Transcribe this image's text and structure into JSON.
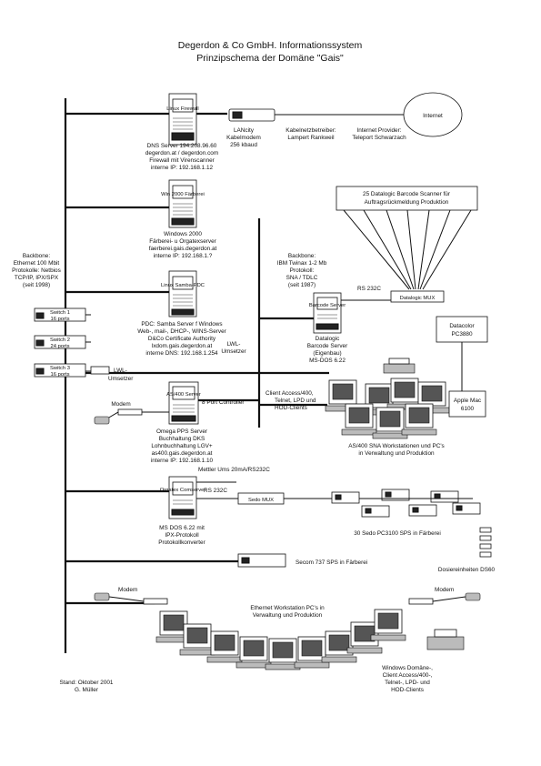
{
  "title": {
    "line1": "Degerdon & Co GmbH.  Informationssystem",
    "line2": "Prinzipschema der Domäne \"Gais\""
  },
  "backbone_left": [
    "Backbone:",
    "Ethernet 100 Mbit",
    "Protokolle: Netbios",
    "TCP/IP, IPX/SPX",
    "(seit 1998)"
  ],
  "backbone_mid": [
    "Backbone:",
    "IBM Twinax 1-2 Mb",
    "Protokoll:",
    "SNA / TDLC",
    "(seit 1987)"
  ],
  "servers": {
    "firewall": {
      "label": "Linux Firewall",
      "desc": [
        "DNS Server 194.208.96.60",
        "degerdon.at / degerdon.com",
        "Firewall mit Virenscanner",
        "interne IP: 192.168.1.12"
      ]
    },
    "win2000": {
      "label": "Win 2000 Färberei",
      "desc": [
        "Windows 2000",
        "Färberei- u Orgatexserver",
        "faerberei.gais.degerdon.at",
        "interne IP: 192.168.1.?"
      ]
    },
    "samba": {
      "label": "Linux Samba-PDC",
      "desc": [
        "PDC: Samba Server f Windows",
        "Web-, mail-, DHCP-, WINS-Server",
        "D&Co Certificate Authority",
        "lxdom.gais.degerdon.at",
        "interne DNS: 192.168.1.254"
      ]
    },
    "as400": {
      "label": "AS/400 Server",
      "desc": [
        "Omega PPS Server",
        "Buchhaltung DKS",
        "Lohnbuchhaltung LGV+",
        "as400.gais.degerdon.at",
        "interne IP: 192.168.1.10"
      ]
    },
    "orgatex": {
      "label": "Orgatex Comserver",
      "desc": [
        "MS DOS 6.22 mit",
        "IPX-Protokoll",
        "Protokollkonverter"
      ]
    },
    "barcode": {
      "label": "Barcode Server",
      "desc": [
        "Datalogic",
        "Barcode Server",
        "(Eigenbau)",
        "MS-DOS 6.22"
      ]
    }
  },
  "lanaccess": {
    "label": "LANcity",
    "desc": [
      "LANcity",
      "Kabelmodem",
      "256 kbaud"
    ]
  },
  "providers": {
    "cable": [
      "Kabelnetzbetreiber:",
      "Lampert Rankweil"
    ],
    "internet": [
      "Internet Provider:",
      "Teleport Schwarzach"
    ]
  },
  "internet": "Internet",
  "scanner_box": [
    "25 Datalogic Barcode Scanner für",
    "Auftragsrückmeldung Produktion"
  ],
  "datalogic_mux": "Datalogic MUX",
  "rs232c_1": "RS 232C",
  "rs232c_2": "RS 232C",
  "switches": [
    {
      "name": "Switch 1",
      "ports": "16 ports"
    },
    {
      "name": "Switch 2",
      "ports": "24 ports"
    },
    {
      "name": "Switch 3",
      "ports": "16 ports"
    }
  ],
  "lwl_1": [
    "LWL-",
    "Umsetzer"
  ],
  "lwl_2": [
    "LWL-",
    "Umsetzer"
  ],
  "modem": "Modem",
  "controller": "8 Port Controller",
  "client_access": [
    "Client Access/400,",
    "Telnet, LPD und",
    "HOD-Clients"
  ],
  "datacolor": [
    "Datacolor",
    "PC3880"
  ],
  "apple": [
    "Apple Mac",
    "6100"
  ],
  "as400_ws": [
    "AS/400 SNA Workstationen und PC's",
    "in Verwaltung und Produktion"
  ],
  "mettler": "Mettler Ums 20mA/RS232C",
  "sedo_mux": "Sedo MUX",
  "sedo_sps": "30 Sedo PC3100 SPS in Färberei",
  "dosier": "Dosiereinheiten DS60",
  "secom": "Secom 737 SPS in Färberei",
  "modem_left": "Modem",
  "modem_right": "Modem",
  "ethernet_ws": [
    "Ethernet Workstation PC's in",
    "Verwaltung und Produktion"
  ],
  "windows_clients": [
    "Windows Domäne-,",
    "Client Access/400-,",
    "Telnet-, LPD- und",
    "HOD-Clients"
  ],
  "footer": [
    "Stand: Oktober 2001",
    "G. Müller"
  ]
}
